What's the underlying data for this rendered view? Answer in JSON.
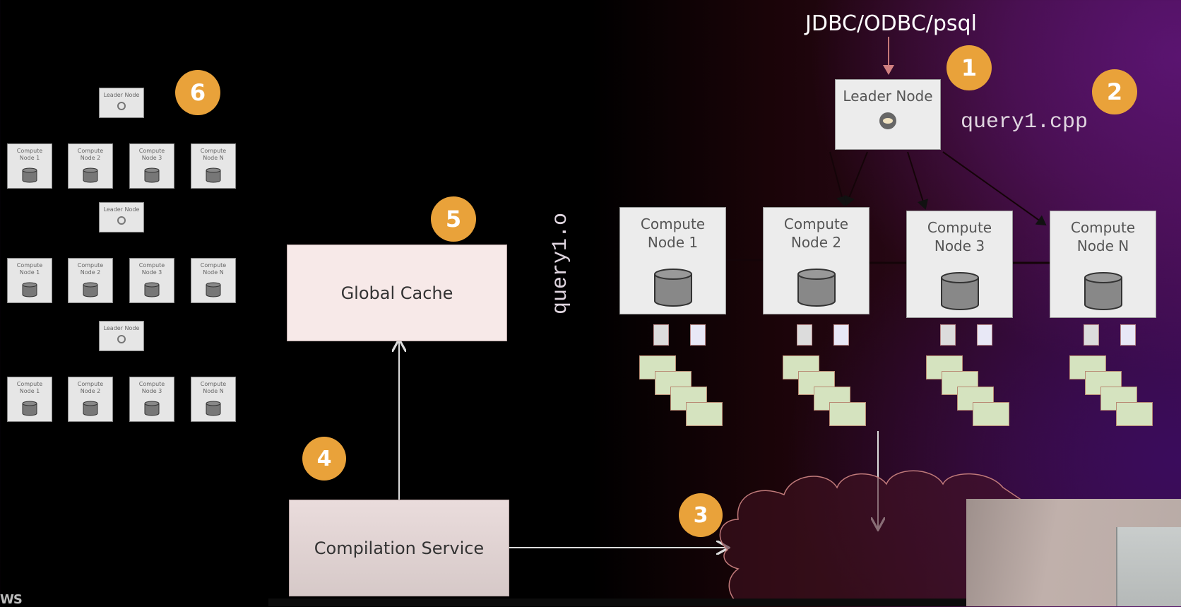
{
  "colors": {
    "badge": "#e9a23a",
    "node_bg": "#ececec",
    "service_bg": "#f7e9e8",
    "slice_gray": "#dcdcdc",
    "slice_lavender": "#e8e8f6",
    "block_green": "#d5e3bf",
    "arrow": "#dcdcdc",
    "cloud_outline": "#c07a7a"
  },
  "client_label": "JDBC/ODBC/psql",
  "badges": [
    "1",
    "2",
    "3",
    "4",
    "5",
    "6"
  ],
  "leader": {
    "label": "Leader Node",
    "icon": "leader-node-icon"
  },
  "source_file": "query1.cpp",
  "object_file": "query1.o",
  "compute_nodes": [
    {
      "line1": "Compute",
      "line2": "Node 1"
    },
    {
      "line1": "Compute",
      "line2": "Node 2"
    },
    {
      "line1": "Compute",
      "line2": "Node 3"
    },
    {
      "line1": "Compute",
      "line2": "Node N"
    }
  ],
  "services": {
    "global_cache": "Global Cache",
    "compilation": "Compilation Service"
  },
  "mini_clusters": [
    {
      "leader": "Leader Node",
      "nodes": [
        {
          "line1": "Compute",
          "line2": "Node 1"
        },
        {
          "line1": "Compute",
          "line2": "Node 2"
        },
        {
          "line1": "Compute",
          "line2": "Node 3"
        },
        {
          "line1": "Compute",
          "line2": "Node N"
        }
      ]
    },
    {
      "leader": "Leader Node",
      "nodes": [
        {
          "line1": "Compute",
          "line2": "Node 1"
        },
        {
          "line1": "Compute",
          "line2": "Node 2"
        },
        {
          "line1": "Compute",
          "line2": "Node 3"
        },
        {
          "line1": "Compute",
          "line2": "Node N"
        }
      ]
    },
    {
      "leader": "Leader Node",
      "nodes": [
        {
          "line1": "Compute",
          "line2": "Node 1"
        },
        {
          "line1": "Compute",
          "line2": "Node 2"
        },
        {
          "line1": "Compute",
          "line2": "Node 3"
        },
        {
          "line1": "Compute",
          "line2": "Node N"
        }
      ]
    }
  ],
  "logo_text": "WS"
}
